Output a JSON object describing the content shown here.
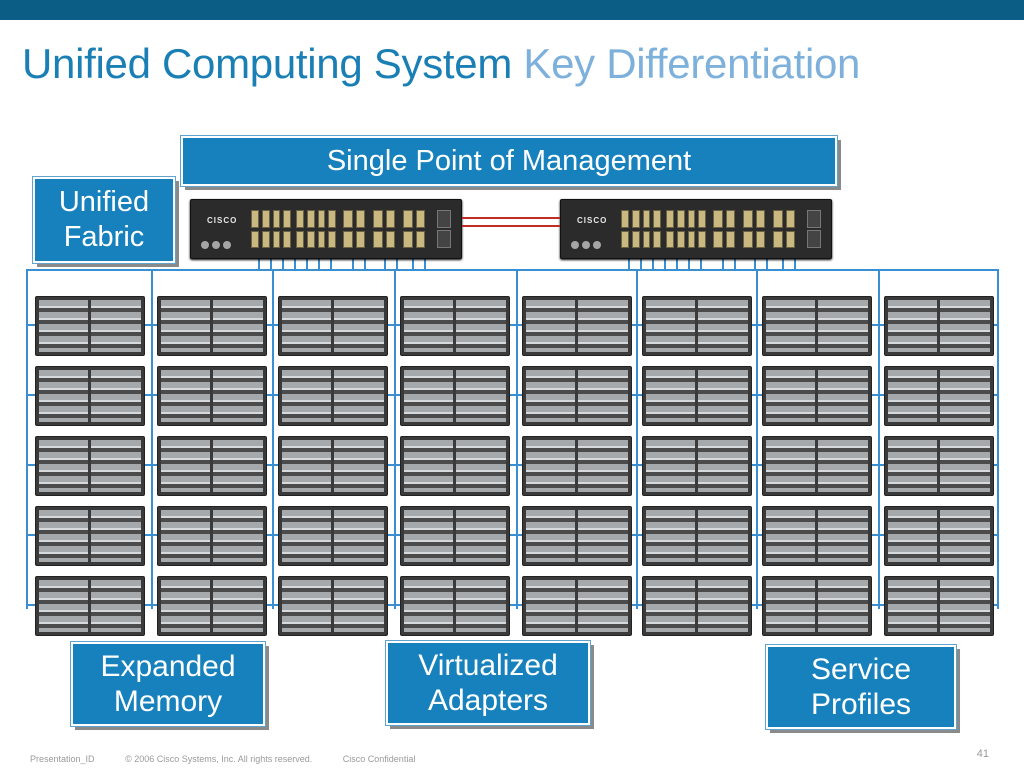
{
  "slide": {
    "title_main": "Unified Computing System",
    "title_accent": "Key Differentiation",
    "colors": {
      "brand_blue": "#1a7fb5",
      "accent_blue": "#7eb0dc",
      "callout_fill": "#1681bd",
      "top_bar": "#0b5d86"
    }
  },
  "callouts": {
    "management": "Single Point of Management",
    "fabric": [
      "Unified",
      "Fabric"
    ],
    "memory": [
      "Expanded",
      "Memory"
    ],
    "adapters": [
      "Virtualized",
      "Adapters"
    ],
    "profiles": [
      "Service",
      "Profiles"
    ]
  },
  "switches": {
    "logo": "CISCO"
  },
  "footer": {
    "presentation_id": "Presentation_ID",
    "copyright": "© 2006 Cisco Systems, Inc. All rights reserved.",
    "confidential": "Cisco Confidential",
    "page_number": "41"
  }
}
